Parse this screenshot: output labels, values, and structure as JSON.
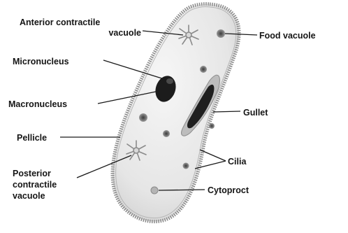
{
  "labels": {
    "anterior_line1": "Anterior contractile",
    "anterior_line2": "vacuole",
    "food_vacuole": "Food vacuole",
    "micronucleus": "Micronucleus",
    "macronucleus": "Macronucleus",
    "gullet": "Gullet",
    "pellicle": "Pellicle",
    "cilia": "Cilia",
    "posterior_line1": "Posterior",
    "posterior_line2": "contractile",
    "posterior_line3": "vacuole",
    "cytoproct": "Cytoproct"
  },
  "colors": {
    "body_fill": "#e9e9e9",
    "pellicle_edge": "#8a8a8a",
    "nucleus": "#1c1c1c",
    "text": "#151515"
  }
}
